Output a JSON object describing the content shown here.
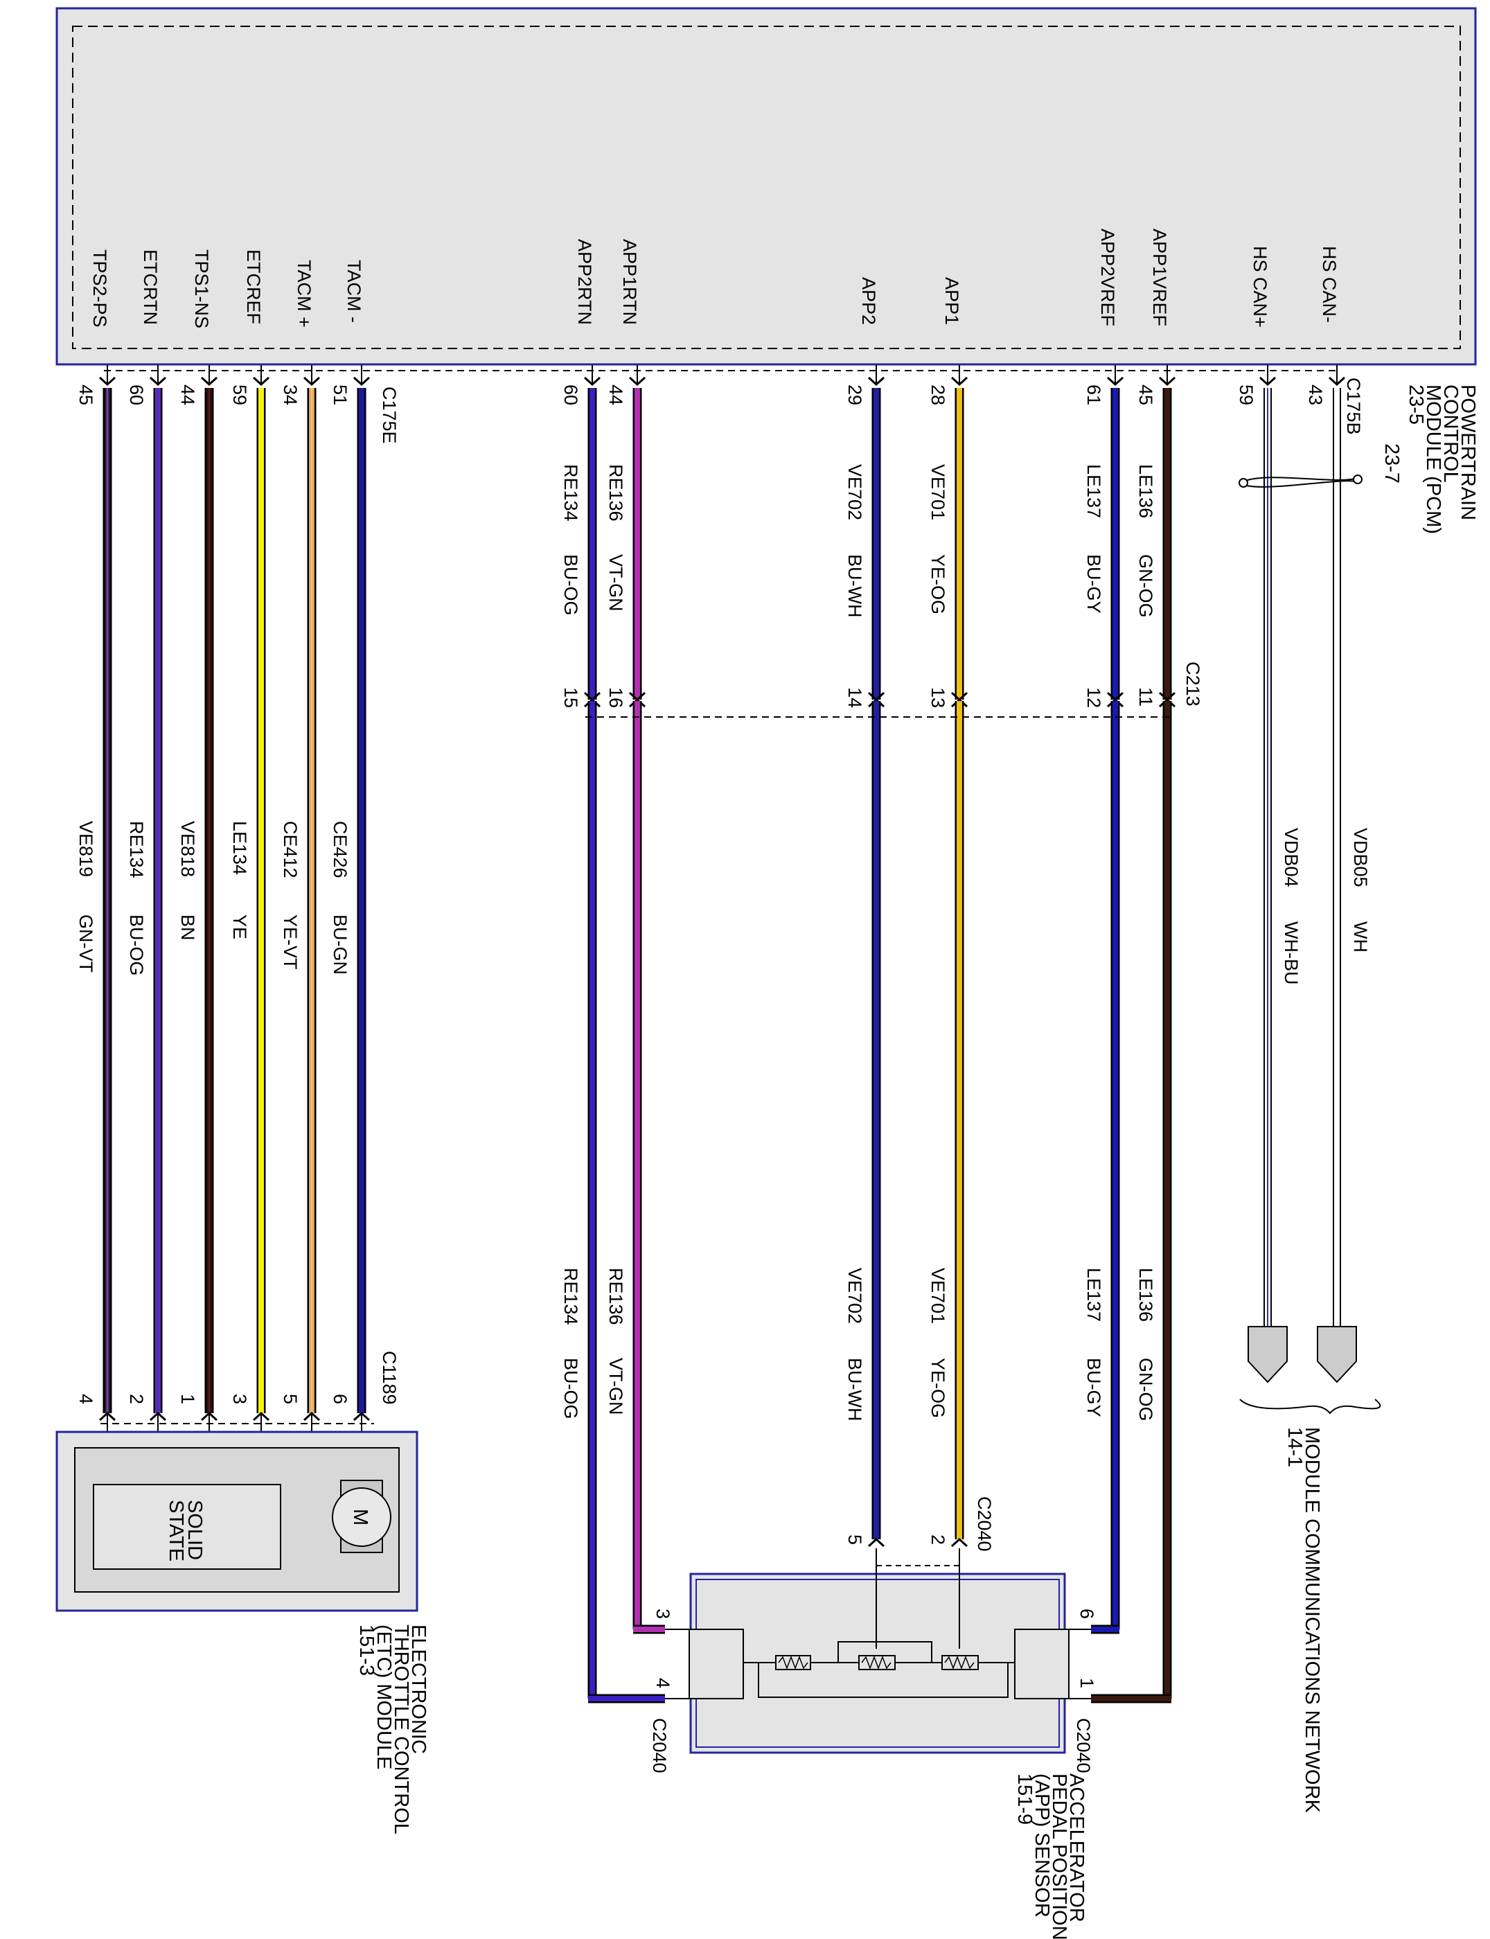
{
  "pcm": {
    "title_lines": [
      "POWERTRAIN",
      "CONTROL",
      "MODULE (PCM)",
      "23-5",
      "23-7"
    ],
    "connector_left": "C175E",
    "connector_right": "C175B",
    "pins": [
      {
        "name": "TPS2-PS",
        "pin": "45"
      },
      {
        "name": "ETCRTN",
        "pin": "60"
      },
      {
        "name": "TPS1-NS",
        "pin": "44"
      },
      {
        "name": "ETCREF",
        "pin": "59"
      },
      {
        "name": "TACM +",
        "pin": "34"
      },
      {
        "name": "TACM -",
        "pin": "51"
      },
      {
        "name": "APP2RTN",
        "pin": "60"
      },
      {
        "name": "APP1RTN",
        "pin": "44"
      },
      {
        "name": "APP2",
        "pin": "29"
      },
      {
        "name": "APP1",
        "pin": "28"
      },
      {
        "name": "APP2VREF",
        "pin": "61"
      },
      {
        "name": "APP1VREF",
        "pin": "45"
      },
      {
        "name": "HS CAN+",
        "pin": "59"
      },
      {
        "name": "HS CAN-",
        "pin": "43"
      }
    ]
  },
  "etc_wires": [
    {
      "circuit": "VE819",
      "color_code": "GN-VT",
      "end_pin": "4",
      "fill": "#1a1a1a",
      "stripe": "#7a3fb0"
    },
    {
      "circuit": "RE134",
      "color_code": "BU-OG",
      "end_pin": "2",
      "fill": "#6a2fa8",
      "stripe": "#3b2bd0"
    },
    {
      "circuit": "VE818",
      "color_code": "BN",
      "end_pin": "1",
      "fill": "#2a0d0d",
      "stripe": "#5a1a1a"
    },
    {
      "circuit": "LE134",
      "color_code": "YE",
      "end_pin": "3",
      "fill": "#f5f20a",
      "stripe": "#f5f20a"
    },
    {
      "circuit": "CE412",
      "color_code": "YE-VT",
      "end_pin": "5",
      "fill": "#e0a050",
      "stripe": "#f0c080"
    },
    {
      "circuit": "CE426",
      "color_code": "BU-GN",
      "end_pin": "6",
      "fill": "#1a1aa0",
      "stripe": "#1a1aa0"
    }
  ],
  "etc_connector": "C1189",
  "etc_module": {
    "title_lines": [
      "ELECTRONIC",
      "THROTTLE CONTROL",
      "(ETC) MODULE",
      "151-3"
    ],
    "solid_state_label": [
      "SOLID",
      "STATE"
    ],
    "motor_label": "M"
  },
  "app_wires": [
    {
      "circuit": "RE134",
      "color_code": "BU-OG",
      "inline_pin": "15",
      "end_pin": "4",
      "fill": "#3a20c0"
    },
    {
      "circuit": "RE136",
      "color_code": "VT-GN",
      "inline_pin": "16",
      "end_pin": "3",
      "fill": "#b030b0"
    },
    {
      "circuit": "VE702",
      "color_code": "BU-WH",
      "inline_pin": "14",
      "end_pin": "5",
      "fill": "#2020a0"
    },
    {
      "circuit": "VE701",
      "color_code": "YE-OG",
      "inline_pin": "13",
      "end_pin": "2",
      "fill": "#f0c010"
    },
    {
      "circuit": "LE137",
      "color_code": "BU-GY",
      "inline_pin": "12",
      "end_pin": "6",
      "fill": "#1a1ab0"
    },
    {
      "circuit": "LE136",
      "color_code": "GN-OG",
      "inline_pin": "11",
      "end_pin": "1",
      "fill": "#3a1a10"
    }
  ],
  "inline_connector": "C213",
  "app_connector": "C2040",
  "app_sensor": {
    "title_lines": [
      "ACCELERATOR",
      "PEDAL POSITION",
      "(APP) SENSOR",
      "151-9"
    ]
  },
  "can_wires": [
    {
      "circuit": "VDB04",
      "color_code": "WH-BU"
    },
    {
      "circuit": "VDB05",
      "color_code": "WH"
    }
  ],
  "network": {
    "title_lines": [
      "MODULE COMMUNICATIONS NETWORK",
      "14-1"
    ]
  }
}
